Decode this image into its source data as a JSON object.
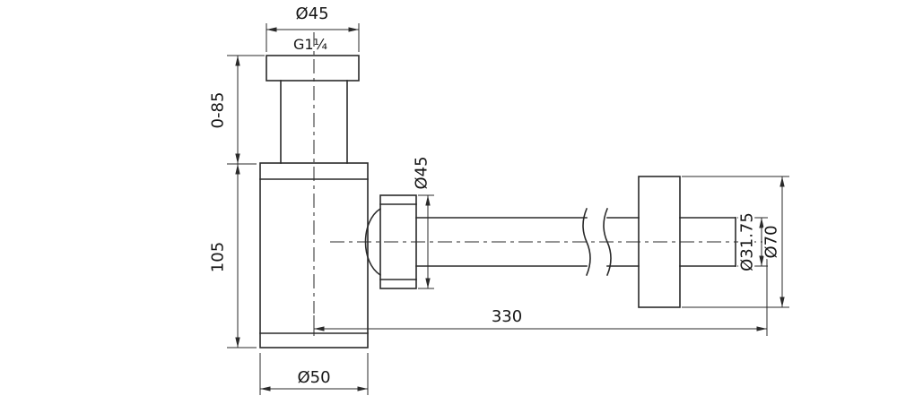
{
  "dimensions": {
    "top_flange_diameter": "Ø45",
    "thread_size": "G1¼",
    "adjustable_height": "0-85",
    "body_height": "105",
    "body_diameter": "Ø50",
    "nut_diameter": "Ø45",
    "outlet_length": "330",
    "outlet_pipe_diameter": "Ø31.75",
    "wall_flange_diameter": "Ø70"
  },
  "colors": {
    "line": "#2a2a2a",
    "dimension": "#2a2a2a",
    "background": "#ffffff"
  }
}
